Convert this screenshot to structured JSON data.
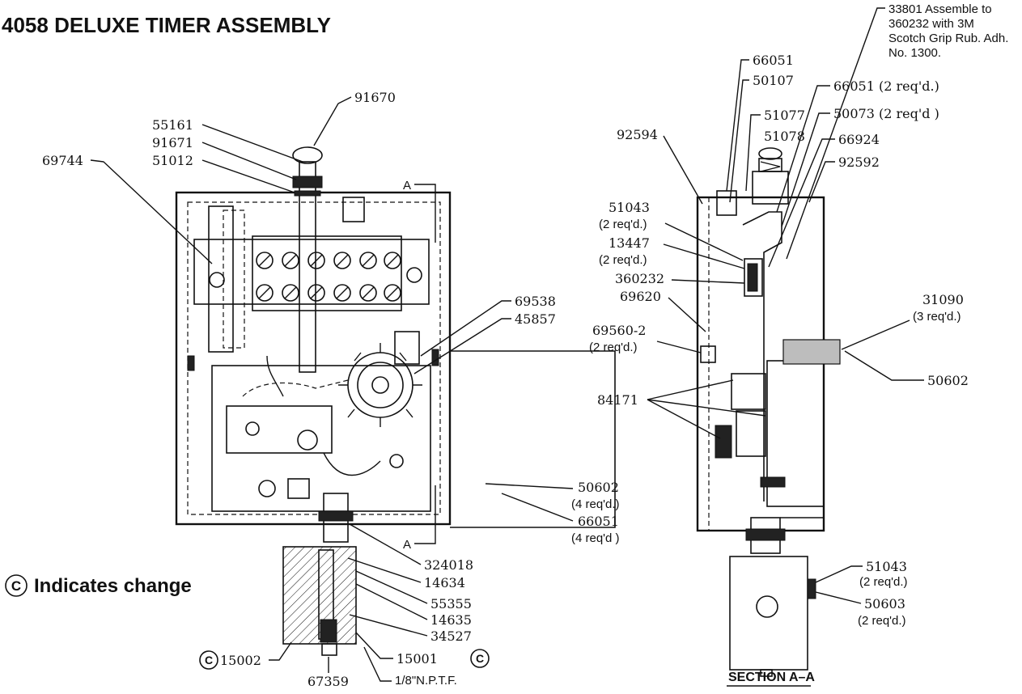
{
  "title": "4058 DELUXE TIMER ASSEMBLY",
  "legend": {
    "symbol": "©",
    "text": "Indicates change"
  },
  "section_label": "SECTION A–A",
  "section_marker": "A",
  "front_view_labels": {
    "p91670": "91670",
    "p55161": "55161",
    "p91671": "91671",
    "p51012": "51012",
    "p69744": "69744",
    "p69538": "69538",
    "p45857": "45857",
    "p50602": "50602",
    "p50602_qty": "(4 req'd.)",
    "p66051": "66051",
    "p66051_qty": "(4 req'd )",
    "p324018": "324018",
    "p14634": "14634",
    "p55355": "55355",
    "p14635": "14635",
    "p34527": "34527",
    "p15001": "15001",
    "p15002": "15002",
    "p67359": "67359",
    "npt": "1/8\"N.P.T.F."
  },
  "section_view_labels": {
    "p33801": "33801 Assemble to",
    "p33801_l2": "360232 with 3M",
    "p33801_l3": "Scotch Grip Rub. Adh.",
    "p33801_l4": "No. 1300.",
    "p66051_top": "66051",
    "p50107": "50107",
    "p66051_2": "66051 (2 req'd.)",
    "p50073": "50073 (2 req'd )",
    "p51077": "51077",
    "p51078": "51078",
    "p66924": "66924",
    "p92594": "92594",
    "p92592": "92592",
    "p51043": "51043",
    "p51043_qty": "(2 req'd.)",
    "p13447": "13447",
    "p13447_qty": "(2 req'd.)",
    "p360232": "360232",
    "p69620": "69620",
    "p31090": "31090",
    "p31090_qty": "(3 req'd.)",
    "p69560": "69560-2",
    "p69560_qty": "(2 req'd.)",
    "p50602": "50602",
    "p84171": "84171",
    "p51043_b": "51043",
    "p51043_b_qty": "(2 req'd.)",
    "p50603": "50603",
    "p50603_qty": "(2 req'd.)"
  }
}
